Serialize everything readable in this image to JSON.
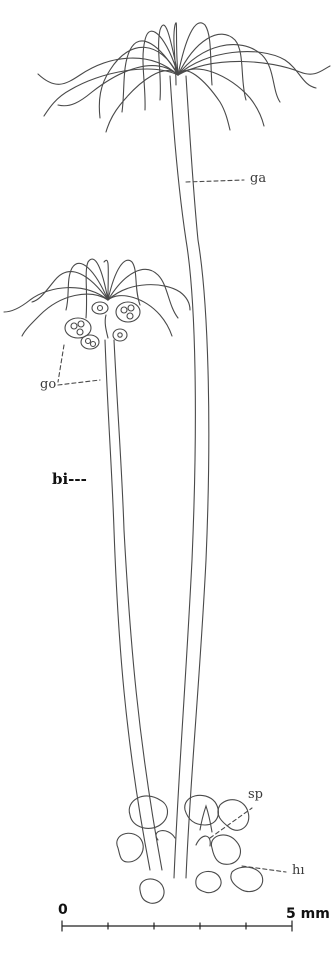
{
  "labels": {
    "ga": "ga",
    "go": "go",
    "bi": "bi---",
    "sp": "sp",
    "hi": "hı"
  },
  "scale_bar": {
    "start": "0",
    "end": "5 mm"
  },
  "colors": {
    "ink": "#4a4a4a",
    "bold_ink": "#111111",
    "background": "#ffffff"
  }
}
